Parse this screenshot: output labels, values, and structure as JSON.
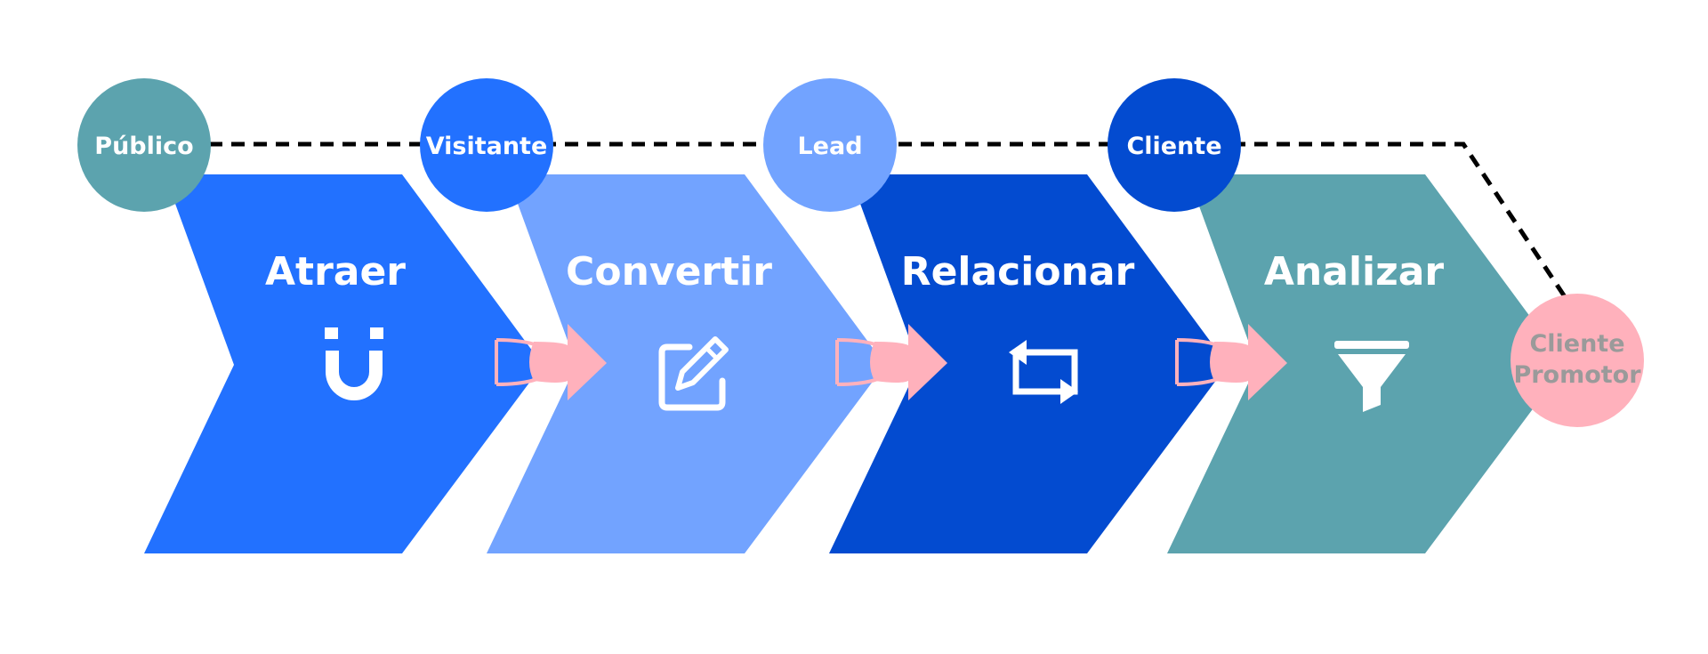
{
  "colors": {
    "blue": "#2271FF",
    "light_blue": "#72A3FF",
    "dark_blue": "#034BD0",
    "teal": "#5CA3AE",
    "pink": "#FFB1BC",
    "final_text": "#9A9A9A",
    "dotted_line": "#000000"
  },
  "stages": [
    {
      "title": "Atraer",
      "icon": "magnet-icon"
    },
    {
      "title": "Convertir",
      "icon": "edit-icon"
    },
    {
      "title": "Relacionar",
      "icon": "repeat-icon"
    },
    {
      "title": "Analizar",
      "icon": "funnel-icon"
    }
  ],
  "nodes": [
    {
      "label": "Público"
    },
    {
      "label": "Visitante"
    },
    {
      "label": "Lead"
    },
    {
      "label": "Cliente"
    }
  ],
  "final_node": {
    "label_line1": "Cliente",
    "label_line2": "Promotor"
  }
}
